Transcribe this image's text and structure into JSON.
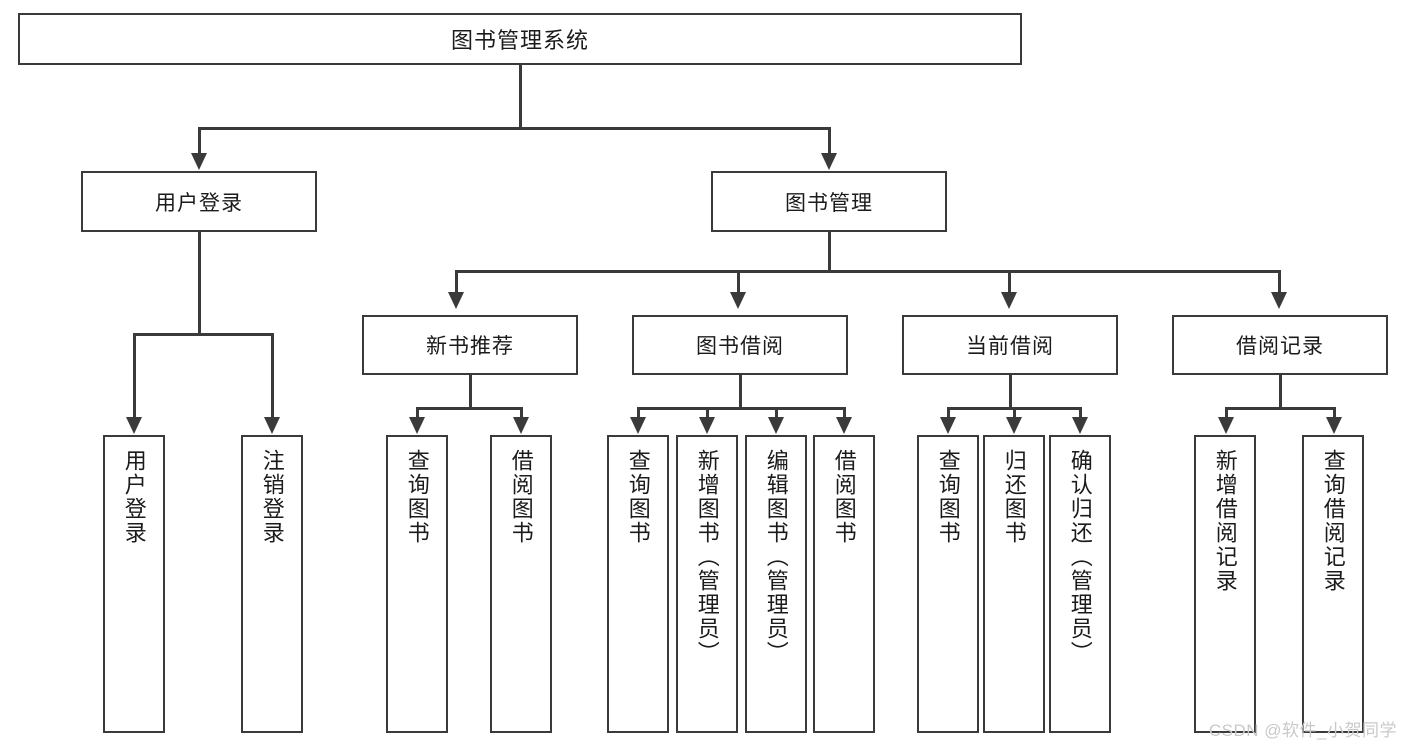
{
  "diagram": {
    "title": "图书管理系统",
    "type": "hierarchy-tree",
    "root": {
      "label": "图书管理系统"
    },
    "level2": [
      {
        "label": "用户登录"
      },
      {
        "label": "图书管理"
      }
    ],
    "level3": [
      {
        "label": "新书推荐"
      },
      {
        "label": "图书借阅"
      },
      {
        "label": "当前借阅"
      },
      {
        "label": "借阅记录"
      }
    ],
    "leaves": {
      "user_login": [
        {
          "label": "用户登录"
        },
        {
          "label": "注销登录"
        }
      ],
      "new_book_recommend": [
        {
          "label": "查询图书"
        },
        {
          "label": "借阅图书"
        }
      ],
      "book_borrow": [
        {
          "label": "查询图书"
        },
        {
          "label": "新增图书（管理员）"
        },
        {
          "label": "编辑图书（管理员）"
        },
        {
          "label": "借阅图书"
        }
      ],
      "current_borrow": [
        {
          "label": "查询图书"
        },
        {
          "label": "归还图书"
        },
        {
          "label": "确认归还（管理员）"
        }
      ],
      "borrow_record": [
        {
          "label": "新增借阅记录"
        },
        {
          "label": "查询借阅记录"
        }
      ]
    }
  },
  "watermark": {
    "text": "CSDN @软件_小贺同学"
  },
  "colors": {
    "stroke": "#3a3a3a",
    "text": "#1b1b1b",
    "background": "#ffffff",
    "watermark": "#c9c9c9"
  }
}
